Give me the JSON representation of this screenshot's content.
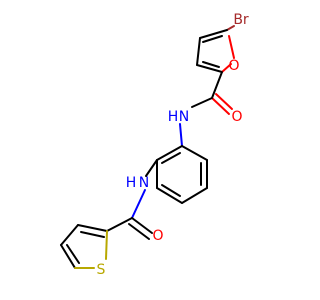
{
  "molecule": {
    "atoms": {
      "br": "Br",
      "o_furan": "O",
      "o_amide1": "O",
      "nh1": "N",
      "h1": "H",
      "nh2": "N",
      "h2": "H",
      "o_amide2": "O",
      "s": "S"
    }
  },
  "colors": {
    "carbon": "#000000",
    "nitrogen": "#0000ff",
    "oxygen": "#ff0000",
    "bromine": "#a52a2a",
    "sulfur": "#b8a800",
    "background": "#ffffff"
  }
}
